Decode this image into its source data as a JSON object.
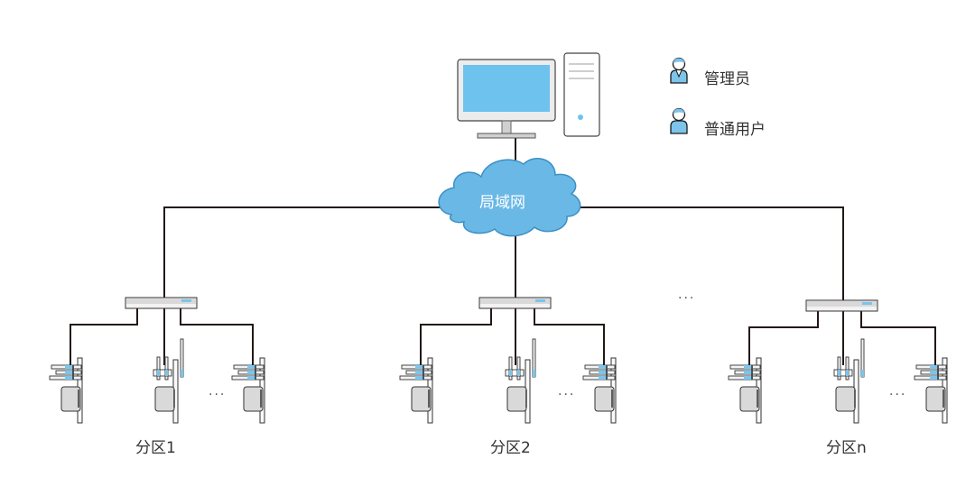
{
  "colors": {
    "line": "#231815",
    "cloud_fill": "#6ab8e6",
    "cloud_stroke": "#3d8fc4",
    "screen": "#6ec2ee",
    "device_gray": "#d9d9d9",
    "device_light": "#f2f2f2",
    "accent_blue": "#7cc4ea",
    "text": "#333333"
  },
  "network": {
    "label": "局域网",
    "center_icon": "desktop-computer-icon"
  },
  "legend": {
    "items": [
      {
        "icon": "admin-user-icon",
        "label": "管理员"
      },
      {
        "icon": "normal-user-icon",
        "label": "普通用户"
      }
    ]
  },
  "between_partitions_ellipsis": "···",
  "partitions": [
    {
      "label": "分区1",
      "switch_icon": "network-switch-icon",
      "devices": [
        "controller-device",
        "access-device",
        "controller-device"
      ],
      "ellipsis": "···"
    },
    {
      "label": "分区2",
      "switch_icon": "network-switch-icon",
      "devices": [
        "controller-device",
        "access-device",
        "controller-device"
      ],
      "ellipsis": "···"
    },
    {
      "label": "分区n",
      "switch_icon": "network-switch-icon",
      "devices": [
        "controller-device",
        "access-device",
        "controller-device"
      ],
      "ellipsis": "···"
    }
  ]
}
